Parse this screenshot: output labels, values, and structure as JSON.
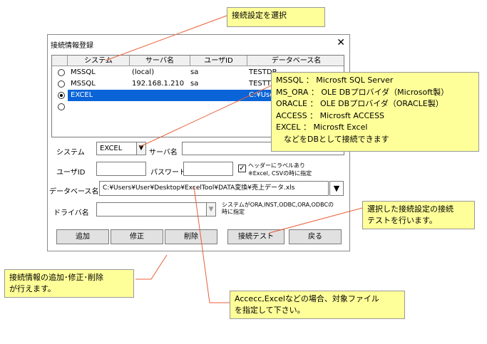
{
  "dialog": {
    "title": "接続情報登録",
    "close_glyph": "✕",
    "columns": [
      "システム",
      "サーバ名",
      "ユーザID",
      "データベース名"
    ],
    "rows": [
      {
        "system": "MSSQL",
        "server": "(local)",
        "user": "sa",
        "db": "TESTDB",
        "selected": false
      },
      {
        "system": "MSSQL",
        "server": "192.168.1.210",
        "user": "sa",
        "db": "TESTTD",
        "selected": false
      },
      {
        "system": "EXCEL",
        "server": "",
        "user": "",
        "db": "C:¥User",
        "selected": true
      },
      {
        "system": "",
        "server": "",
        "user": "",
        "db": "",
        "selected": false
      }
    ],
    "labels": {
      "system": "システム",
      "server": "サーバ名",
      "user_id": "ユーザID",
      "password": "パスワード",
      "database": "データベース名",
      "driver": "ドライバ名",
      "header_check_line1": "ヘッダーにラベルあり",
      "header_check_line2": "※Excel, CSVの時に指定",
      "driver_note_line1": "システムがORA,INST,ODBC,ORA,ODBCの",
      "driver_note_line2": "時に指定"
    },
    "values": {
      "system": "EXCEL",
      "server": "",
      "user_id": "",
      "password": "",
      "database": "C:¥Users¥User¥Desktop¥ExcelTool¥DATA変換¥売上データ.xls",
      "driver": "",
      "header_checked": "✓"
    },
    "buttons": {
      "add": "追加",
      "edit": "修正",
      "delete": "削除",
      "test": "接続テスト",
      "back": "戻る"
    },
    "dropdown_glyph": "▼"
  },
  "callouts": {
    "select": "接続設定を選択",
    "systems_lines": [
      "MSSQL ： Microsft SQL Server",
      "MS_ORA ： OLE DBプロバイダ（Microsoft製）",
      "ORACLE ： OLE DBプロバイダ（ORACLE製）",
      "ACCESS ： Microsft ACCESS",
      "EXCEL ： Microsft Excel",
      "　などをDBとして接続できます"
    ],
    "test_line1": "選択した接続設定の接続",
    "test_line2": "テストを行います。",
    "crud_line1": "接続情報の追加･修正･削除",
    "crud_line2": "が行えます。",
    "file_line1": "Accecc,Excelなどの場合、対象ファイル",
    "file_line2": "を指定して下さい。"
  },
  "colors": {
    "selection": "#0a64d8",
    "callout_bg": "#ffff99",
    "leader_line": "#e8603a"
  }
}
